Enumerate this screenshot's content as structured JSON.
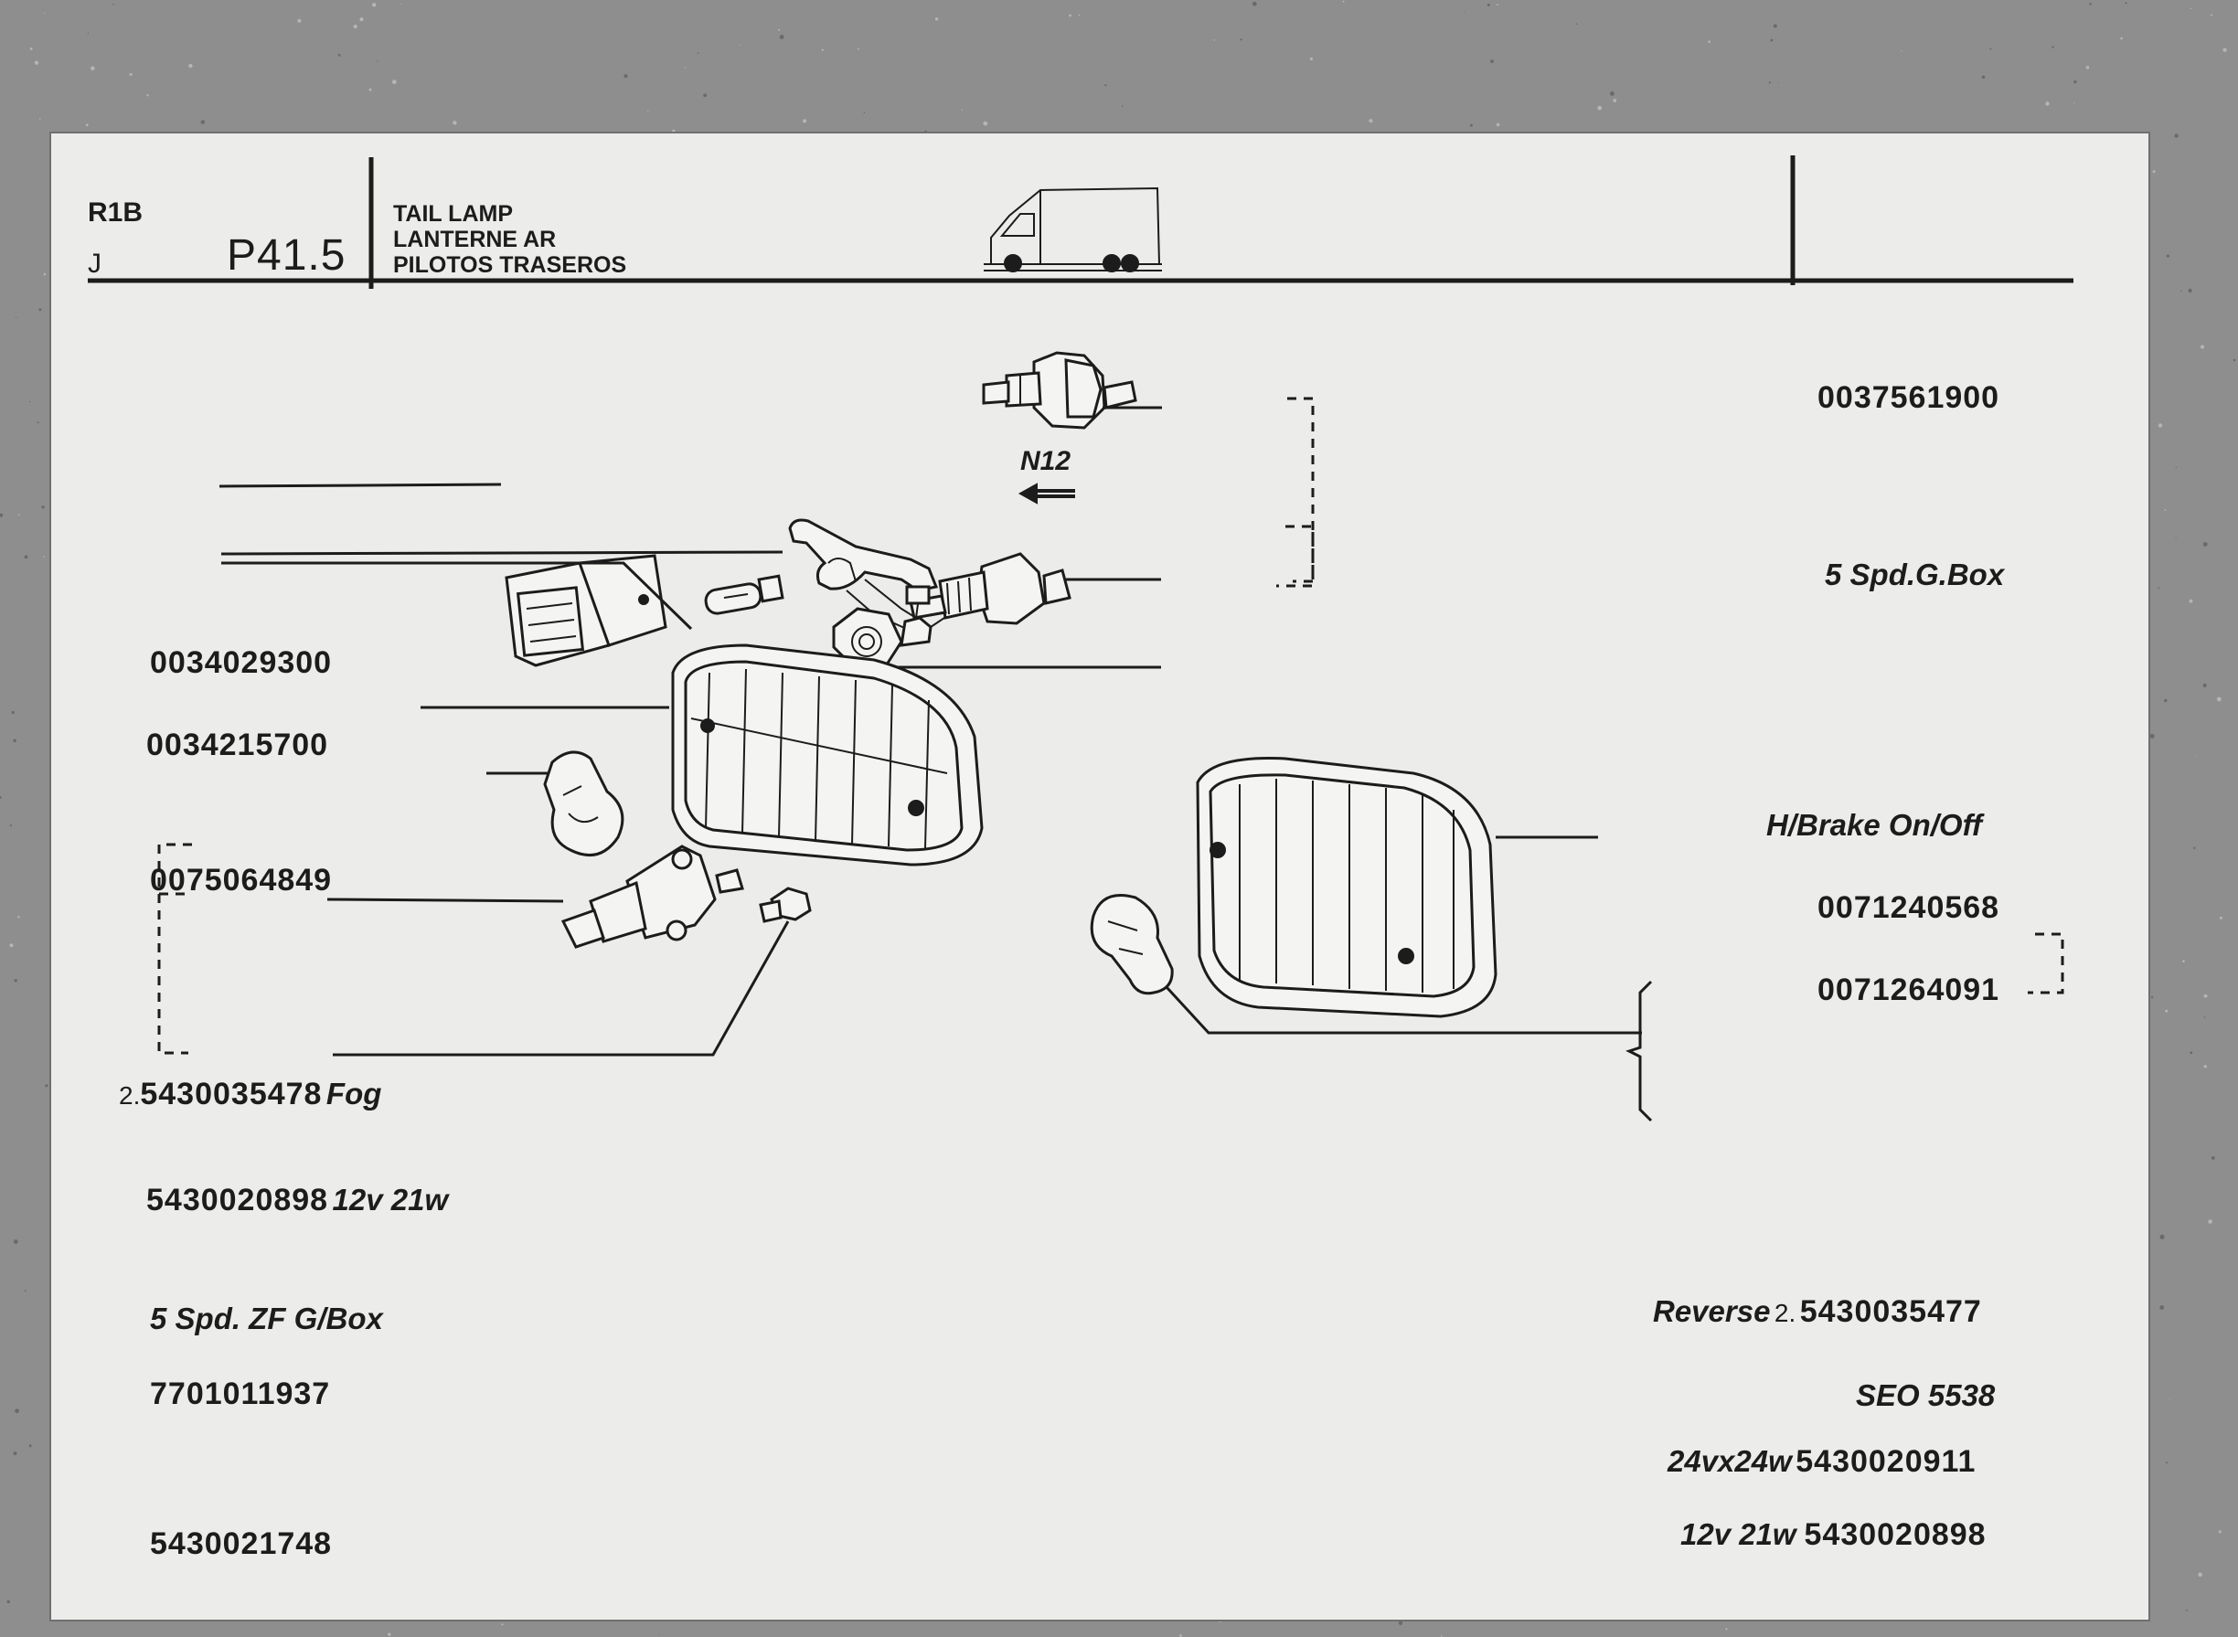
{
  "header": {
    "model": "R1B",
    "variant": "J",
    "plate": "P41.5",
    "title_en": "TAIL LAMP",
    "title_fr": "LANTERNE AR",
    "title_es": "PILOTOS TRASEROS",
    "vehicle_icon": "van-icon"
  },
  "diagram": {
    "ref_label": "N12",
    "ref_arrow_icon": "arrow-left-icon"
  },
  "parts": {
    "switch_gbox": {
      "number": "0037561900",
      "note": "5 Spd.G.Box"
    },
    "clip": {
      "number": "0034029300"
    },
    "switch_panel": {
      "number": "0034215700"
    },
    "bulb_small": {
      "number": "0075064849"
    },
    "handbrake_switch": {
      "number": "0071240568",
      "note": "H/Brake On/Off"
    },
    "nut": {
      "number": "0071264091"
    },
    "fog_lamp": {
      "prefix": "2.",
      "number": "5430035478",
      "note": "Fog"
    },
    "fog_bulb": {
      "number": "5430020898",
      "spec": "12v 21w"
    },
    "zf_note": "5 Spd. ZF G/Box",
    "zf_switch": {
      "number": "7701011937"
    },
    "screw": {
      "number": "5430021748"
    },
    "reverse_lamp": {
      "note": "Reverse",
      "prefix": "2.",
      "number": "5430035477"
    },
    "seo": "SEO 5538",
    "reverse_bulb_24": {
      "spec": "24vx24w",
      "number": "5430020911"
    },
    "reverse_bulb_12": {
      "spec": "12v 21w",
      "number": "5430020898"
    }
  }
}
